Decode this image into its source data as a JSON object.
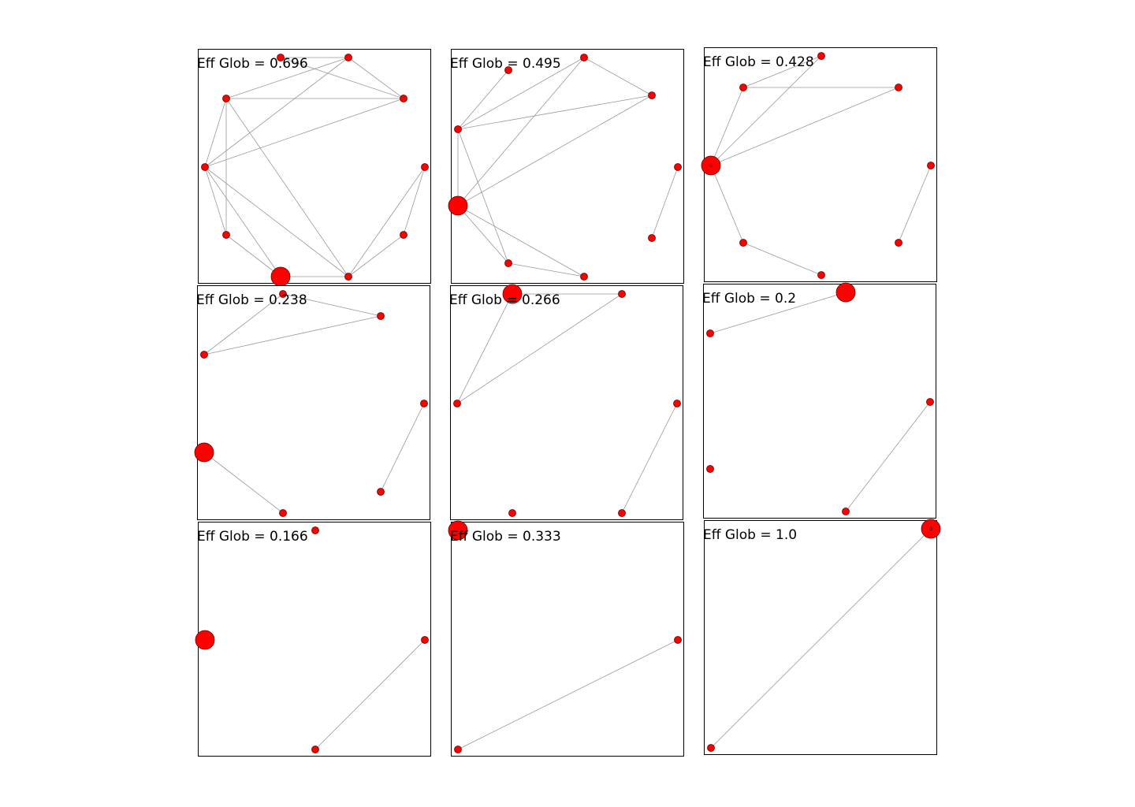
{
  "figure": {
    "panels": [
      {
        "title": "Eff Glob = 0.696",
        "nodes": [
          {
            "id": "0",
            "label": "",
            "big": false
          },
          {
            "id": "1",
            "label": "",
            "big": false
          },
          {
            "id": "2",
            "label": "",
            "big": true
          },
          {
            "id": "3",
            "label": "",
            "big": false
          },
          {
            "id": "4",
            "label": "",
            "big": false
          },
          {
            "id": "5",
            "label": "",
            "big": false
          },
          {
            "id": "6",
            "label": "",
            "big": false
          },
          {
            "id": "7",
            "label": "",
            "big": false
          },
          {
            "id": "8",
            "label": "",
            "big": false
          },
          {
            "id": "9",
            "label": "",
            "big": false
          }
        ],
        "edges": [
          [
            "0",
            "1"
          ],
          [
            "0",
            "2"
          ],
          [
            "1",
            "2"
          ],
          [
            "2",
            "3"
          ],
          [
            "2",
            "6"
          ],
          [
            "2",
            "4"
          ],
          [
            "3",
            "4"
          ],
          [
            "3",
            "5"
          ],
          [
            "4",
            "5"
          ],
          [
            "4",
            "7"
          ],
          [
            "4",
            "8"
          ],
          [
            "4",
            "6"
          ],
          [
            "5",
            "6"
          ],
          [
            "5",
            "7"
          ],
          [
            "6",
            "7"
          ],
          [
            "6",
            "8"
          ],
          [
            "7",
            "9"
          ],
          [
            "8",
            "9"
          ]
        ]
      },
      {
        "title": "Eff Glob = 0.495",
        "nodes": [
          {
            "id": "0",
            "label": "",
            "big": false
          },
          {
            "id": "1",
            "label": "",
            "big": false
          },
          {
            "id": "2",
            "label": "",
            "big": false
          },
          {
            "id": "3",
            "label": "",
            "big": false
          },
          {
            "id": "4",
            "label": "",
            "big": false
          },
          {
            "id": "5",
            "label": "5",
            "big": true
          },
          {
            "id": "6",
            "label": "",
            "big": false
          },
          {
            "id": "7",
            "label": "",
            "big": false
          },
          {
            "id": "8",
            "label": "",
            "big": false
          },
          {
            "id": "9",
            "label": "",
            "big": false
          }
        ],
        "edges": [
          [
            "0",
            "1"
          ],
          [
            "2",
            "3"
          ],
          [
            "2",
            "5"
          ],
          [
            "3",
            "5"
          ],
          [
            "3",
            "4"
          ],
          [
            "3",
            "6"
          ],
          [
            "5",
            "7"
          ],
          [
            "5",
            "6"
          ],
          [
            "5",
            "8"
          ],
          [
            "6",
            "7"
          ],
          [
            "7",
            "9"
          ],
          [
            "8",
            "9"
          ],
          [
            "4",
            "9"
          ]
        ]
      },
      {
        "title": "Eff Glob = 0.428",
        "nodes": [
          {
            "id": "0",
            "label": "",
            "big": false
          },
          {
            "id": "1",
            "label": "",
            "big": false
          },
          {
            "id": "2",
            "label": "",
            "big": false
          },
          {
            "id": "3",
            "label": "",
            "big": false
          },
          {
            "id": "4",
            "label": "",
            "big": false
          },
          {
            "id": "5",
            "label": "6",
            "big": true
          },
          {
            "id": "6",
            "label": "",
            "big": false
          },
          {
            "id": "7",
            "label": "",
            "big": false
          },
          {
            "id": "8",
            "label": "",
            "big": false
          },
          {
            "id": "9",
            "label": "",
            "big": false
          }
        ],
        "edges": [
          [
            "0",
            "1"
          ],
          [
            "3",
            "4"
          ],
          [
            "4",
            "5"
          ],
          [
            "5",
            "6"
          ],
          [
            "5",
            "9"
          ],
          [
            "5",
            "8"
          ],
          [
            "5",
            "7"
          ],
          [
            "7",
            "8"
          ],
          [
            "7",
            "9"
          ]
        ]
      },
      {
        "title": "Eff Glob = 0.238",
        "nodes": [
          {
            "id": "0",
            "label": "",
            "big": false
          },
          {
            "id": "1",
            "label": "",
            "big": false
          },
          {
            "id": "2",
            "label": "",
            "big": false
          },
          {
            "id": "3",
            "label": "",
            "big": false
          },
          {
            "id": "4",
            "label": "",
            "big": true
          },
          {
            "id": "5",
            "label": "",
            "big": false
          },
          {
            "id": "6",
            "label": "",
            "big": false
          },
          {
            "id": "7",
            "label": "",
            "big": false
          }
        ],
        "edges": [
          [
            "0",
            "1"
          ],
          [
            "2",
            "3"
          ],
          [
            "3",
            "4"
          ],
          [
            "5",
            "6"
          ],
          [
            "5",
            "7"
          ],
          [
            "6",
            "7"
          ]
        ]
      },
      {
        "title": "Eff Glob = 0.266",
        "nodes": [
          {
            "id": "0",
            "label": "",
            "big": false
          },
          {
            "id": "1",
            "label": "",
            "big": false
          },
          {
            "id": "2",
            "label": "",
            "big": false
          },
          {
            "id": "3",
            "label": "",
            "big": false
          },
          {
            "id": "4",
            "label": "",
            "big": false
          },
          {
            "id": "5",
            "label": "",
            "big": false
          },
          {
            "id": "6",
            "label": "9",
            "big": true
          }
        ],
        "edges": [
          [
            "0",
            "1"
          ],
          [
            "4",
            "5"
          ],
          [
            "4",
            "6"
          ],
          [
            "5",
            "6"
          ]
        ]
      },
      {
        "title": "Eff Glob = 0.2",
        "nodes": [
          {
            "id": "0",
            "label": "",
            "big": false
          },
          {
            "id": "1",
            "label": "",
            "big": false
          },
          {
            "id": "2",
            "label": "",
            "big": false
          },
          {
            "id": "3",
            "label": "",
            "big": false
          },
          {
            "id": "4",
            "label": "9",
            "big": true
          }
        ],
        "edges": [
          [
            "0",
            "1"
          ],
          [
            "3",
            "4"
          ]
        ]
      },
      {
        "title": "Eff Glob = 0.166",
        "nodes": [
          {
            "id": "0",
            "label": "",
            "big": false
          },
          {
            "id": "1",
            "label": "",
            "big": false
          },
          {
            "id": "2",
            "label": "",
            "big": true
          },
          {
            "id": "3",
            "label": "",
            "big": false
          }
        ],
        "edges": [
          [
            "0",
            "1"
          ]
        ]
      },
      {
        "title": "Eff Glob = 0.333",
        "nodes": [
          {
            "id": "0",
            "label": "",
            "big": false
          },
          {
            "id": "1",
            "label": "",
            "big": false
          },
          {
            "id": "2",
            "label": "",
            "big": true
          }
        ],
        "edges": [
          [
            "0",
            "1"
          ]
        ]
      },
      {
        "title": "Eff Glob = 1.0",
        "nodes": [
          {
            "id": "0",
            "label": "",
            "big": false
          },
          {
            "id": "1",
            "label": "0",
            "big": true
          }
        ],
        "edges": [
          [
            "0",
            "1"
          ]
        ]
      }
    ],
    "colors": {
      "node_fill": "#ff0000",
      "node_stroke": "#660000",
      "edge": "#999999",
      "frame": "#000000"
    }
  }
}
